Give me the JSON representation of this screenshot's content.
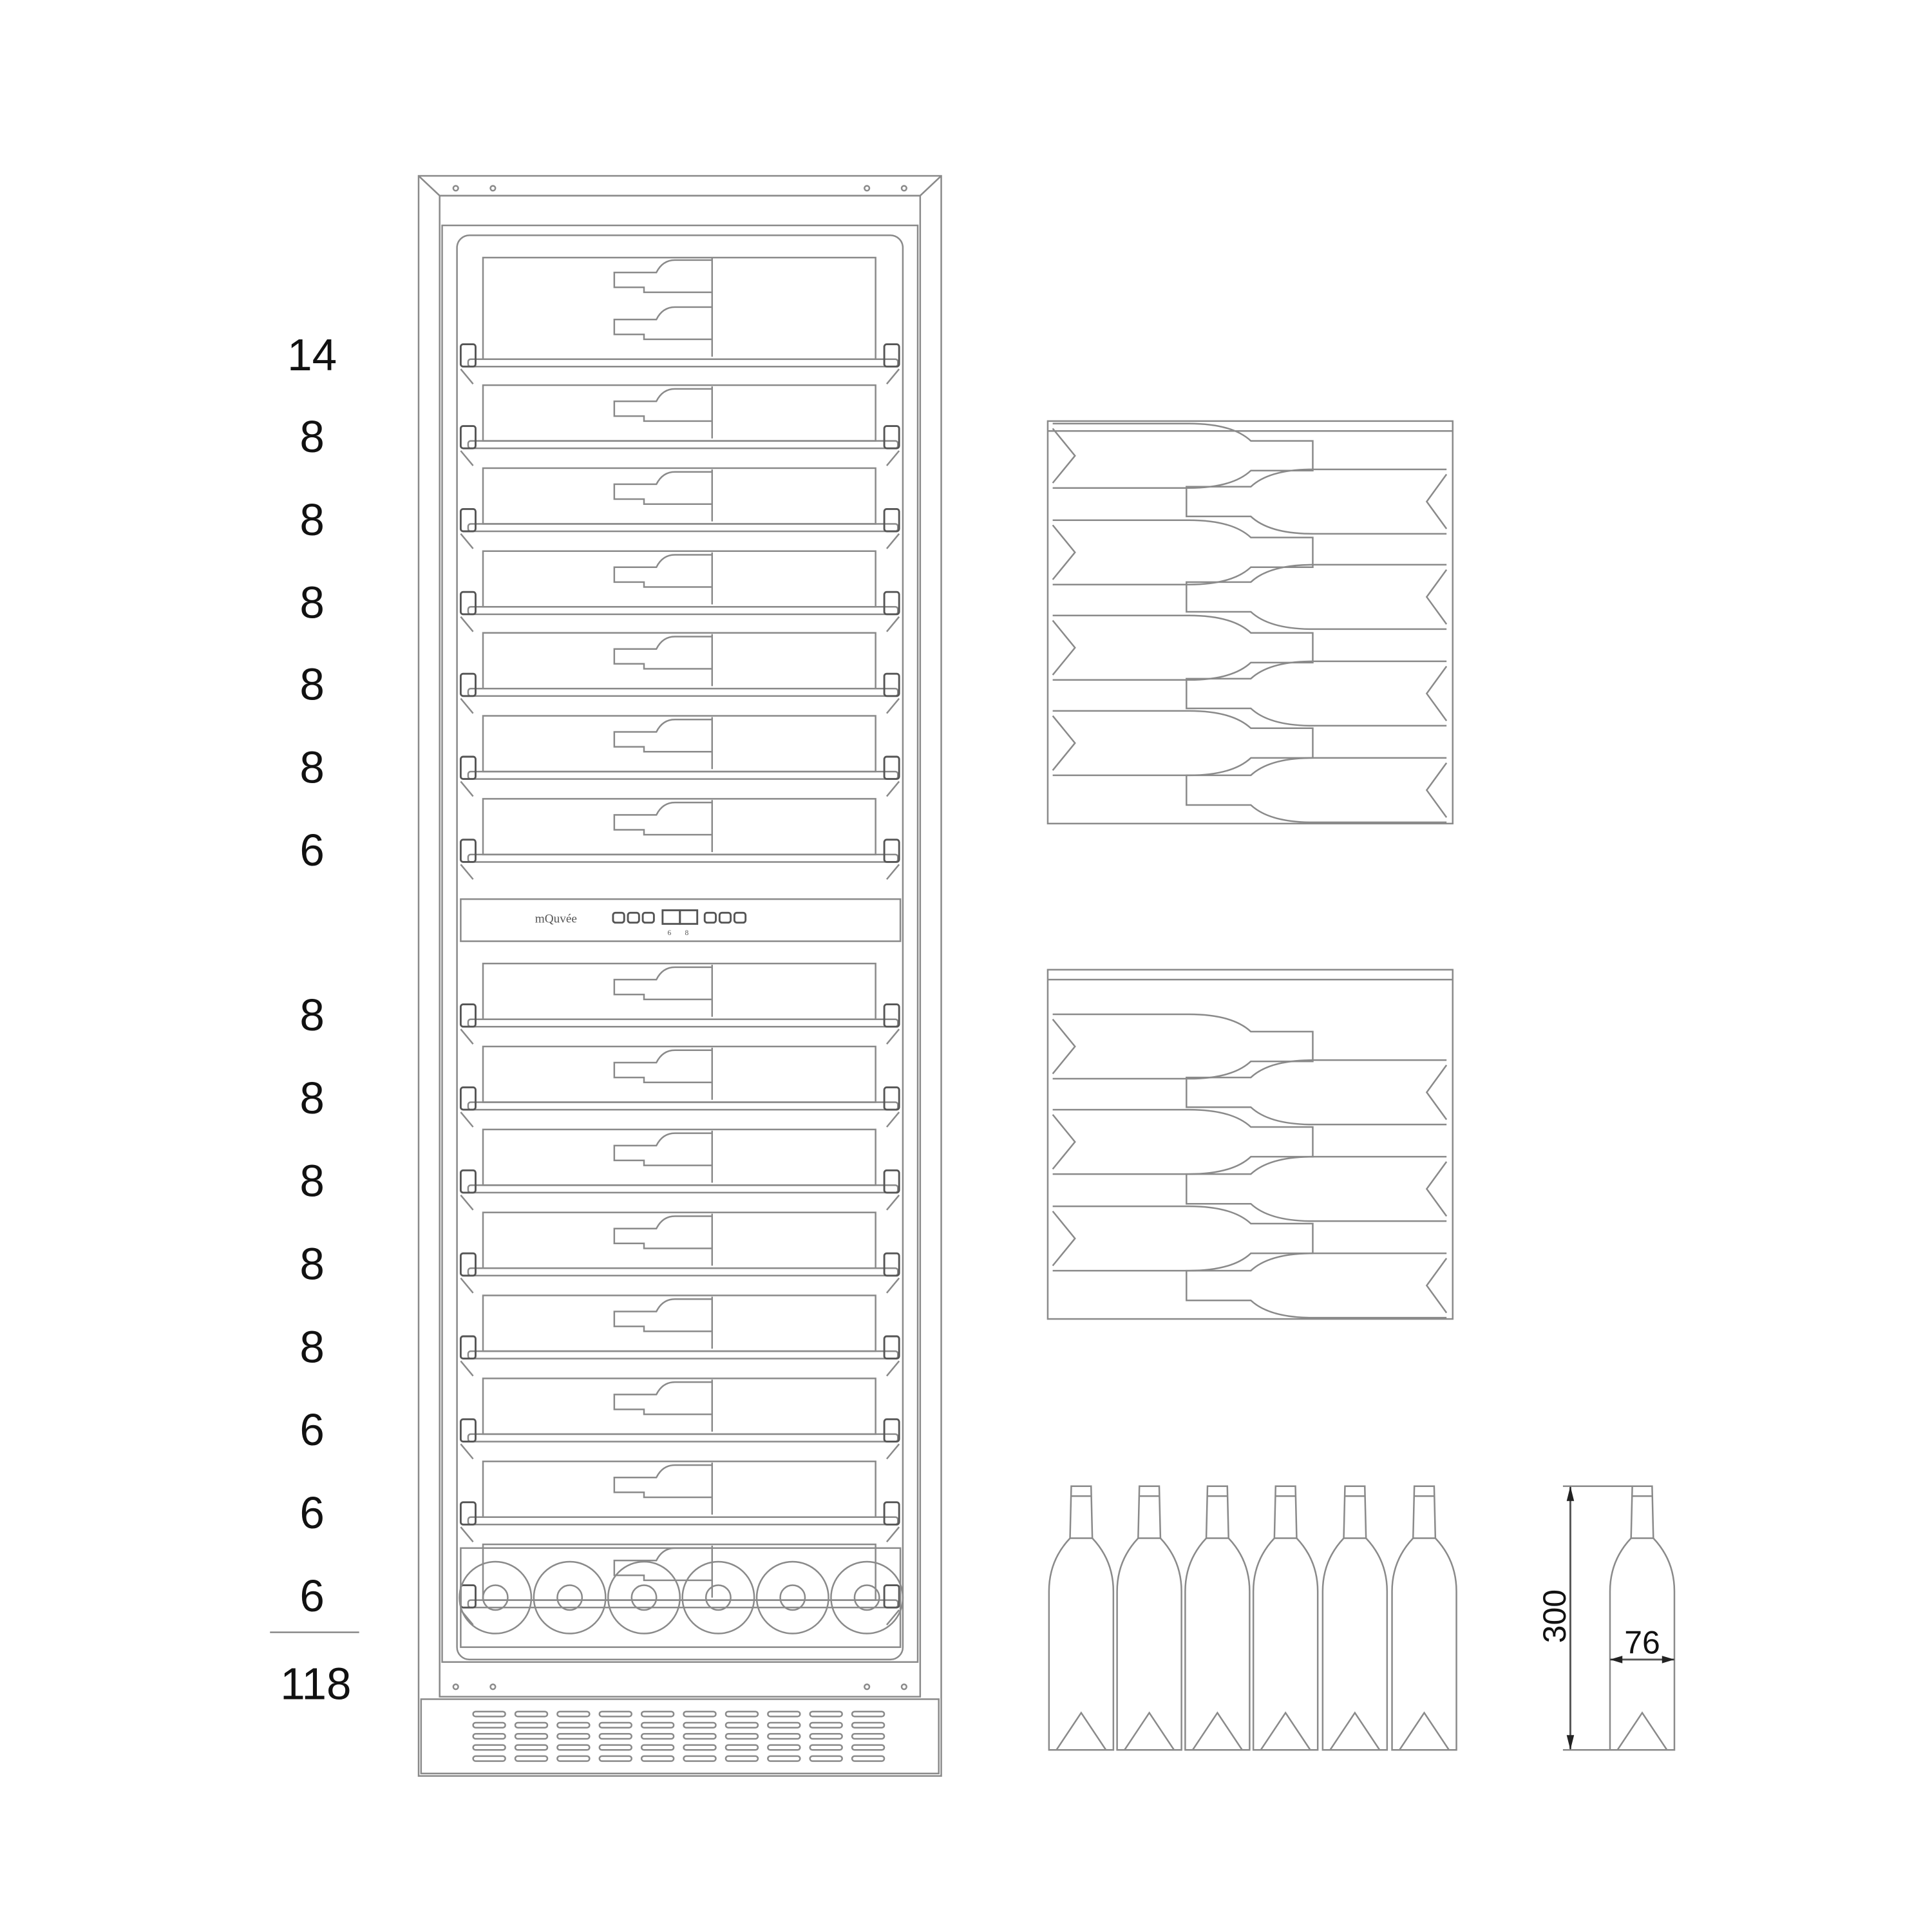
{
  "brand": "mQuvée",
  "shelf_capacities": {
    "upper_zone": [
      "14",
      "8",
      "8",
      "8",
      "8",
      "8",
      "6"
    ],
    "lower_zone": [
      "8",
      "8",
      "8",
      "8",
      "8",
      "6",
      "6",
      "6"
    ],
    "total": "118"
  },
  "bottle_dimensions": {
    "height": "300",
    "diameter": "76"
  },
  "control_panel": {
    "display_digits": [
      "6",
      "8"
    ]
  }
}
